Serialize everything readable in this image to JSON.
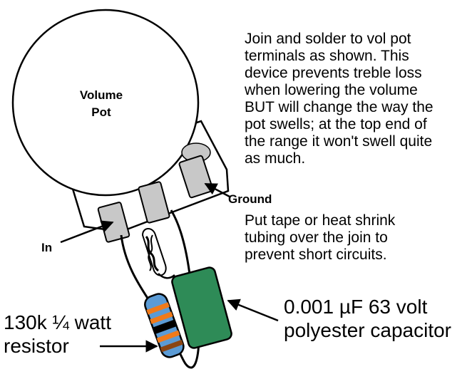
{
  "labels": {
    "pot_title": "Volume\nPot",
    "in": "In",
    "ground": "Ground",
    "resistor": "130k ¼ watt\nresistor",
    "capacitor": "0.001  µF 63 volt\npolyester capacitor"
  },
  "notes": {
    "solder": "Join and solder to vol pot\nterminals as shown. This\ndevice prevents treble loss\nwhen lowering the volume\nBUT will change the way the\npot swells; at the top end of\nthe range it won't swell quite\nas much.",
    "tape": "Put tape or heat shrink\ntubing over the join to\nprevent short circuits."
  },
  "colors": {
    "capacitor": "#2e8b57",
    "resistor_body": "#5b9bd5",
    "band_orange": "#f07a1a",
    "band_black": "#000000",
    "band_brown": "#8b4513",
    "terminal": "#c8c8c8"
  }
}
